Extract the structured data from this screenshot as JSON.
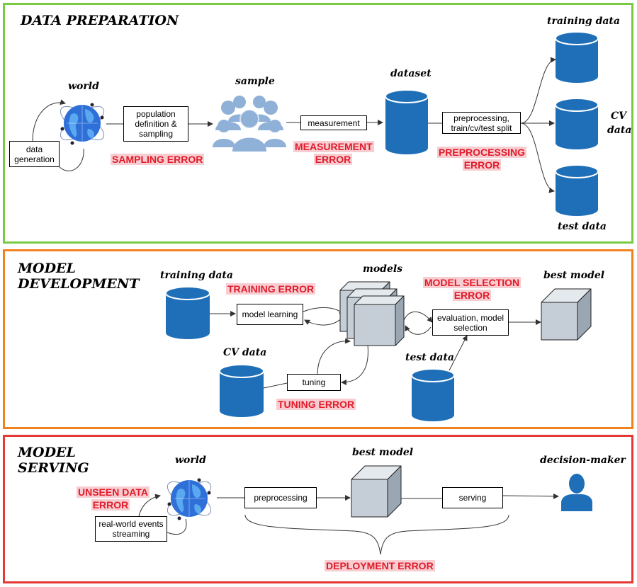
{
  "colors": {
    "data_prep_border": "#7ac943",
    "model_dev_border": "#f0831e",
    "model_serving_border": "#e53935",
    "error_text": "#e01b2a",
    "error_bg": "#f8cdd1",
    "cylinder": "#1f6fb8",
    "cube_face": "#c5ced6",
    "person": "#1f6fb8"
  },
  "sections": {
    "data_preparation": {
      "title": "DATA PREPARATION",
      "labels": {
        "world": "world",
        "sample": "sample",
        "dataset": "dataset",
        "training_data": "training data",
        "cv_data_line1": "CV",
        "cv_data_line2": "data",
        "test_data": "test data"
      },
      "boxes": {
        "data_generation": "data generation",
        "population": "population definition & sampling",
        "measurement": "measurement",
        "preprocessing": "preprocessing, train/cv/test split"
      },
      "errors": {
        "sampling": "SAMPLING ERROR",
        "measurement_line1": "MEASUREMENT",
        "measurement_line2": "ERROR",
        "preprocessing_line1": "PREPROCESSING",
        "preprocessing_line2": "ERROR"
      }
    },
    "model_development": {
      "title_line1": "MODEL",
      "title_line2": "DEVELOPMENT",
      "labels": {
        "training_data": "training data",
        "models": "models",
        "best_model": "best model",
        "cv_data": "CV data",
        "test_data": "test data"
      },
      "boxes": {
        "model_learning": "model learning",
        "evaluation": "evaluation, model selection",
        "tuning": "tuning"
      },
      "errors": {
        "training": "TRAINING ERROR",
        "model_selection_line1": "MODEL SELECTION",
        "model_selection_line2": "ERROR",
        "tuning": "TUNING ERROR"
      }
    },
    "model_serving": {
      "title_line1": "MODEL",
      "title_line2": "SERVING",
      "labels": {
        "world": "world",
        "best_model": "best model",
        "decision_maker": "decision-maker"
      },
      "boxes": {
        "real_world": "real-world events streaming",
        "preprocessing": "preprocessing",
        "serving": "serving"
      },
      "errors": {
        "unseen_line1": "UNSEEN DATA",
        "unseen_line2": "ERROR",
        "deployment": "DEPLOYMENT ERROR"
      }
    }
  },
  "icons": {
    "globe": "globe-icon",
    "crowd": "people-group-icon",
    "database": "database-cylinder-icon",
    "cube": "model-cube-icon",
    "person": "person-icon"
  }
}
